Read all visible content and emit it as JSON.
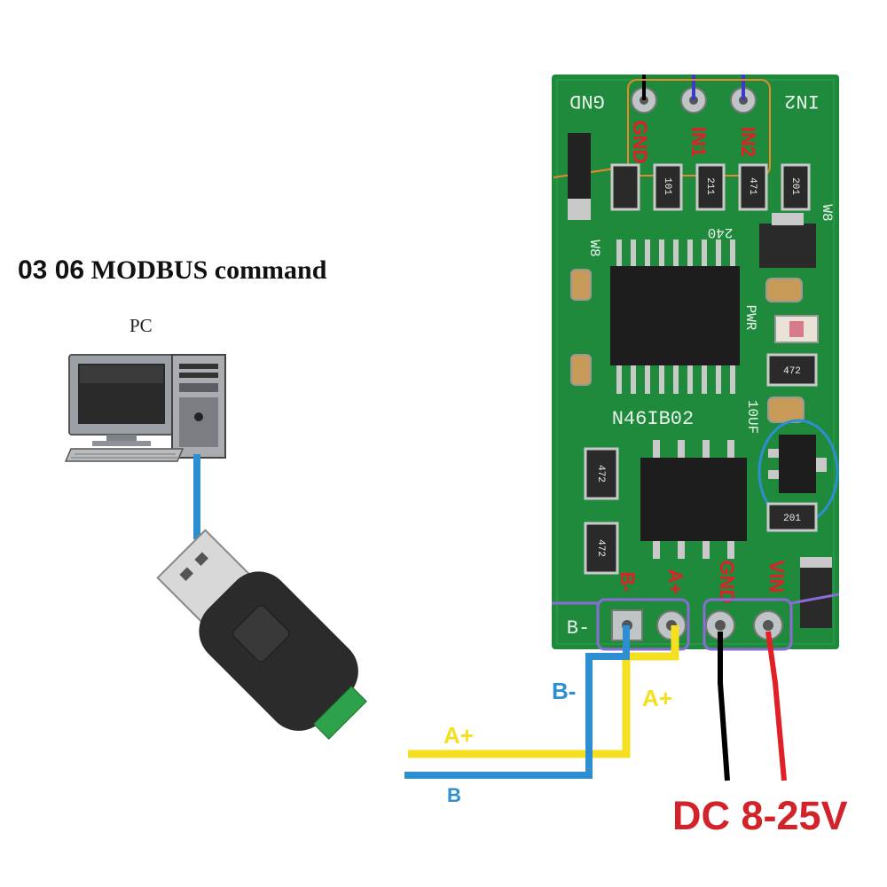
{
  "caption": {
    "code": "03 06",
    "text": "MODBUS command"
  },
  "pc": {
    "label": "PC"
  },
  "board": {
    "top_pins": {
      "left": "GND",
      "right": "IN2"
    },
    "top_labels": [
      "GND",
      "IN1",
      "IN2"
    ],
    "chip_label": "N46IB02",
    "markings": {
      "pwr": "PWR",
      "cap": "10UF",
      "r240": "240",
      "r8": "W8",
      "r8b": "W8",
      "res_472a": "472",
      "res_472b": "472",
      "res_472c": "472",
      "res_101": "101",
      "res_211": "211",
      "res_471": "471",
      "res_201": "201",
      "res_201b": "201"
    },
    "bottom_labels": [
      "B-",
      "A+",
      "GND",
      "VIN"
    ],
    "bottom_left": "B-"
  },
  "wires": {
    "a_plus": "A+",
    "b_minus": "B-",
    "a_plus_2": "A+",
    "b_minus_2": "B"
  },
  "power": {
    "label": "DC 8-25V"
  },
  "colors": {
    "board": "#1f8a3c",
    "blue_wire": "#2d8fd1",
    "yellow_wire": "#f4e020",
    "red": "#e11f26",
    "black": "#000000",
    "orange": "#e8892a",
    "purple": "#9b59c4"
  }
}
